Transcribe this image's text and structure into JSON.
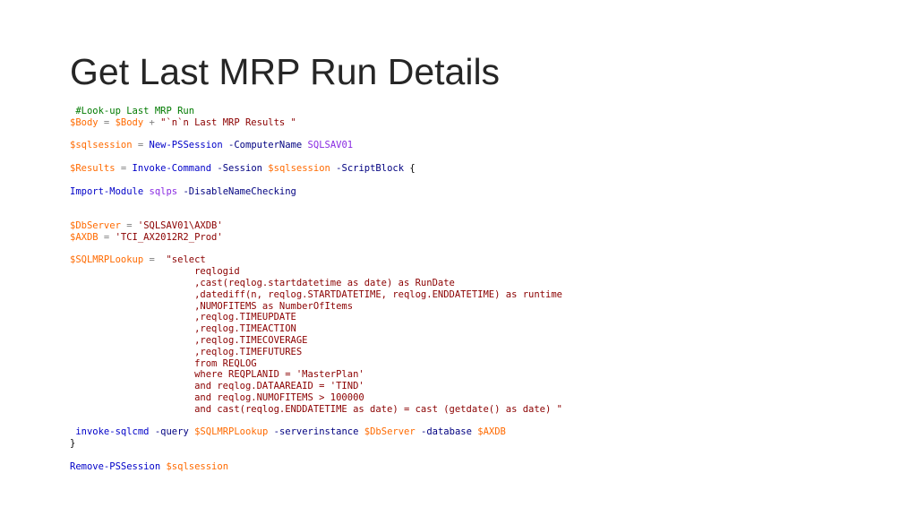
{
  "slide": {
    "title": "Get Last MRP Run Details"
  },
  "code": {
    "lines": [
      [
        {
          "t": " #Look-up Last MRP Run",
          "c": "comment"
        }
      ],
      [
        {
          "t": "$Body",
          "c": "var"
        },
        {
          "t": " = ",
          "c": "op"
        },
        {
          "t": "$Body",
          "c": "var"
        },
        {
          "t": " + ",
          "c": "op"
        },
        {
          "t": "\"`n`n Last MRP Results \"",
          "c": "str"
        }
      ],
      [],
      [
        {
          "t": "$sqlsession",
          "c": "var"
        },
        {
          "t": " = ",
          "c": "op"
        },
        {
          "t": "New-PSSession",
          "c": "cmd"
        },
        {
          "t": " ",
          "c": "plain"
        },
        {
          "t": "-ComputerName",
          "c": "param"
        },
        {
          "t": " ",
          "c": "plain"
        },
        {
          "t": "SQLSAV01",
          "c": "arg"
        }
      ],
      [],
      [
        {
          "t": "$Results",
          "c": "var"
        },
        {
          "t": " = ",
          "c": "op"
        },
        {
          "t": "Invoke-Command",
          "c": "cmd"
        },
        {
          "t": " ",
          "c": "plain"
        },
        {
          "t": "-Session",
          "c": "param"
        },
        {
          "t": " ",
          "c": "plain"
        },
        {
          "t": "$sqlsession",
          "c": "var"
        },
        {
          "t": " ",
          "c": "plain"
        },
        {
          "t": "-ScriptBlock",
          "c": "param"
        },
        {
          "t": " {",
          "c": "plain"
        }
      ],
      [],
      [
        {
          "t": "Import-Module",
          "c": "cmd"
        },
        {
          "t": " ",
          "c": "plain"
        },
        {
          "t": "sqlps",
          "c": "arg"
        },
        {
          "t": " ",
          "c": "plain"
        },
        {
          "t": "-DisableNameChecking",
          "c": "param"
        }
      ],
      [],
      [],
      [
        {
          "t": "$DbServer",
          "c": "var"
        },
        {
          "t": " = ",
          "c": "op"
        },
        {
          "t": "'SQLSAV01\\AXDB'",
          "c": "str"
        }
      ],
      [
        {
          "t": "$AXDB",
          "c": "var"
        },
        {
          "t": " = ",
          "c": "op"
        },
        {
          "t": "'TCI_AX2012R2_Prod'",
          "c": "str"
        }
      ],
      [],
      [
        {
          "t": "$SQLMRPLookup",
          "c": "var"
        },
        {
          "t": " =  ",
          "c": "op"
        },
        {
          "t": "\"select",
          "c": "str"
        }
      ],
      [
        {
          "t": "                      reqlogid",
          "c": "str"
        }
      ],
      [
        {
          "t": "                      ,cast(reqlog.startdatetime as date) as RunDate",
          "c": "str"
        }
      ],
      [
        {
          "t": "                      ,datediff(n, reqlog.STARTDATETIME, reqlog.ENDDATETIME) as runtime",
          "c": "str"
        }
      ],
      [
        {
          "t": "                      ,NUMOFITEMS as NumberOfItems",
          "c": "str"
        }
      ],
      [
        {
          "t": "                      ,reqlog.TIMEUPDATE",
          "c": "str"
        }
      ],
      [
        {
          "t": "                      ,reqlog.TIMEACTION",
          "c": "str"
        }
      ],
      [
        {
          "t": "                      ,reqlog.TIMECOVERAGE",
          "c": "str"
        }
      ],
      [
        {
          "t": "                      ,reqlog.TIMEFUTURES",
          "c": "str"
        }
      ],
      [
        {
          "t": "                      from REQLOG",
          "c": "str"
        }
      ],
      [
        {
          "t": "                      where REQPLANID = 'MasterPlan'",
          "c": "str"
        }
      ],
      [
        {
          "t": "                      and reqlog.DATAAREAID = 'TIND'",
          "c": "str"
        }
      ],
      [
        {
          "t": "                      and reqlog.NUMOFITEMS > 100000",
          "c": "str"
        }
      ],
      [
        {
          "t": "                      and cast(reqlog.ENDDATETIME as date) = cast (getdate() as date) \"",
          "c": "str"
        }
      ],
      [],
      [
        {
          "t": " invoke-sqlcmd",
          "c": "cmd"
        },
        {
          "t": " ",
          "c": "plain"
        },
        {
          "t": "-query",
          "c": "param"
        },
        {
          "t": " ",
          "c": "plain"
        },
        {
          "t": "$SQLMRPLookup",
          "c": "var"
        },
        {
          "t": " ",
          "c": "plain"
        },
        {
          "t": "-serverinstance",
          "c": "param"
        },
        {
          "t": " ",
          "c": "plain"
        },
        {
          "t": "$DbServer",
          "c": "var"
        },
        {
          "t": " ",
          "c": "plain"
        },
        {
          "t": "-database",
          "c": "param"
        },
        {
          "t": " ",
          "c": "plain"
        },
        {
          "t": "$AXDB",
          "c": "var"
        }
      ],
      [
        {
          "t": "}",
          "c": "plain"
        }
      ],
      [],
      [
        {
          "t": "Remove-PSSession",
          "c": "cmd"
        },
        {
          "t": " ",
          "c": "plain"
        },
        {
          "t": "$sqlsession",
          "c": "var"
        }
      ]
    ]
  }
}
